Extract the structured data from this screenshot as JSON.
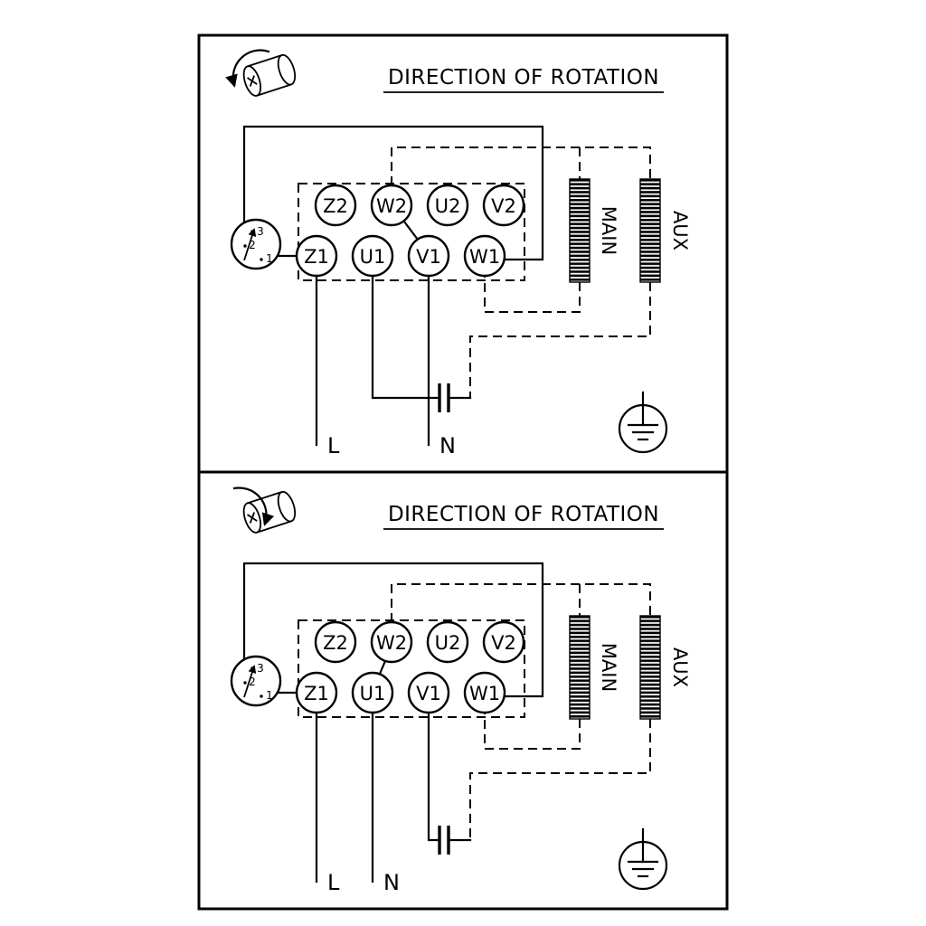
{
  "panels": [
    {
      "title": "DIRECTION OF ROTATION",
      "terminals_top": [
        "Z2",
        "W2",
        "U2",
        "V2"
      ],
      "terminals_bottom": [
        "Z1",
        "U1",
        "V1",
        "W1"
      ],
      "winding_main": "MAIN",
      "winding_aux": "AUX",
      "selector_positions": [
        "3",
        "2",
        "1"
      ],
      "supply_line": "L",
      "supply_neutral": "N"
    },
    {
      "title": "DIRECTION OF ROTATION",
      "terminals_top": [
        "Z2",
        "W2",
        "U2",
        "V2"
      ],
      "terminals_bottom": [
        "Z1",
        "U1",
        "V1",
        "W1"
      ],
      "winding_main": "MAIN",
      "winding_aux": "AUX",
      "selector_positions": [
        "3",
        "2",
        "1"
      ],
      "supply_line": "L",
      "supply_neutral": "N"
    }
  ],
  "icons": {
    "rotation": "rotation-direction-icon",
    "ground": "earth-ground-icon",
    "capacitor": "capacitor-symbol"
  },
  "colors": {
    "stroke": "#000000",
    "background": "#ffffff"
  }
}
